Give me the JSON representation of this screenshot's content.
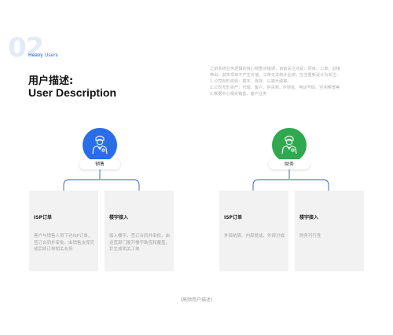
{
  "header": {
    "section_number": "02",
    "section_tag": "Heavy Users",
    "title_cn": "用户描述:",
    "title_en": "User Description"
  },
  "description": [
    "之前系统业务逻辑的核心侧重点错误，目前关注点是：项目、工单、割接",
    "带出，其实项目不产生价值，工单无法统计业绩，应当重新设计为关注：",
    "1.公司有形资源：楼宇、库存、以端光缆等。",
    "2.公司无形资产：代理、客户、供货商、IP地址、电话号码、空闲带宽等",
    "3.数据中心相关销售，客户业务"
  ],
  "roles": [
    {
      "label": "销售",
      "color": "#2a6de8",
      "icon": "user-tie-icon",
      "cards": [
        {
          "title": "ISP订单",
          "body": "客户与销售人员下达ISP订单，签订合同并审批，由销售支撑完成后续订单相关业务"
        },
        {
          "title": "楼宇接入",
          "body": "接入楼宇，签订合同并审批，由运营部门展开楼宇勘查和覆盖，并生成相关工单"
        }
      ]
    },
    {
      "label": "财务",
      "color": "#2fa84f",
      "icon": "user-tie-icon",
      "cards": [
        {
          "title": "ISP订单",
          "body": "外部结算、内部提成、外部分成"
        },
        {
          "title": "楼宇接入",
          "body": "财务可行性"
        }
      ]
    }
  ],
  "caption": "(高频用户描述)",
  "colors": {
    "accent_blue": "#2a6de8",
    "accent_green": "#2fa84f",
    "card_bg": "#f2f2f2",
    "connector": "#2a5db8"
  }
}
